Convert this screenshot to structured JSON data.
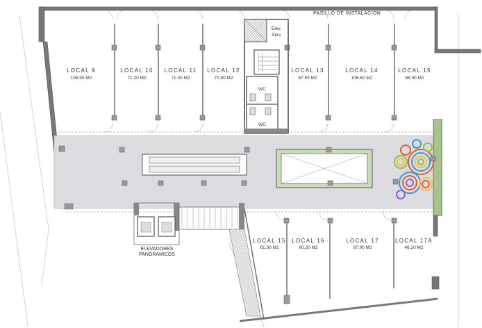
{
  "labels": {
    "corridor": "PASILLO DE INSTALACIÓN",
    "service_elevator": [
      "Elev.",
      "Serv."
    ],
    "wc": "WC",
    "panoramic_elevators": [
      "ELEVADORES",
      "PANORAMICOS"
    ]
  },
  "shops": [
    {
      "name": "LOCAL 9",
      "area": "105.90 M2"
    },
    {
      "name": "LOCAL 10",
      "area": "71.20 M2"
    },
    {
      "name": "LOCAL 11",
      "area": "71.00 M2"
    },
    {
      "name": "LOCAL 12",
      "area": "70.80 M2"
    },
    {
      "name": "LOCAL 13",
      "area": "67.50 M2"
    },
    {
      "name": "LOCAL 14",
      "area": "106.60 M2"
    },
    {
      "name": "LOCAL 15",
      "area": "65.90 M2"
    },
    {
      "name": "LOCAL 15",
      "area": "61.30 M2"
    },
    {
      "name": "LOCAL 16",
      "area": "60.30 M2"
    },
    {
      "name": "LOCAL 17",
      "area": "87.90 M2"
    },
    {
      "name": "LOCAL 17A",
      "area": "48.20 M2"
    }
  ]
}
